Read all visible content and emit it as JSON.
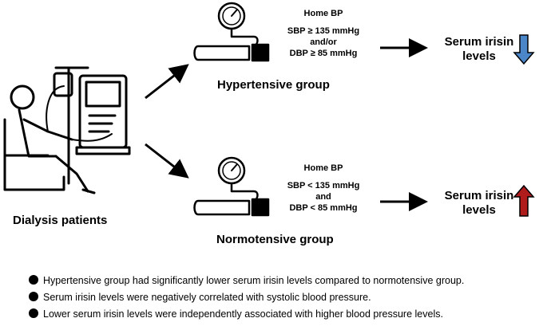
{
  "patients": {
    "label": "Dialysis patients"
  },
  "groups": [
    {
      "name": "Hypertensive group",
      "bp_title": "Home BP",
      "criteria": [
        "SBP ≥ 135 mmHg",
        "and/or",
        "DBP ≥ 85 mmHg"
      ],
      "outcome": [
        "Serum irisin",
        "levels"
      ],
      "trend": "down",
      "trend_color": "#4a86c8"
    },
    {
      "name": "Normotensive group",
      "bp_title": "Home BP",
      "criteria": [
        "SBP < 135 mmHg",
        "and",
        "DBP < 85 mmHg"
      ],
      "outcome": [
        "Serum irisin",
        "levels"
      ],
      "trend": "up",
      "trend_color": "#b01c1c"
    }
  ],
  "findings": [
    "Hypertensive group had significantly lower serum irisin levels compared to normotensive group.",
    "Serum irisin levels were negatively correlated with systolic blood pressure.",
    "Lower serum irisin levels were independently associated with higher blood pressure levels."
  ]
}
